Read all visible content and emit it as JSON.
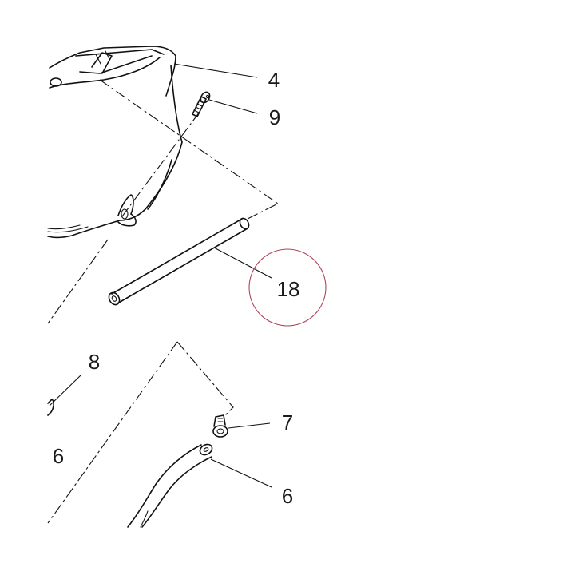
{
  "diagram": {
    "highlight_color": "#b0465a",
    "line_color": "#111111",
    "callouts": [
      {
        "id": "c4",
        "label": "4"
      },
      {
        "id": "c9",
        "label": "9"
      },
      {
        "id": "c18",
        "label": "18",
        "highlighted": true
      },
      {
        "id": "c8",
        "label": "8"
      },
      {
        "id": "c6a",
        "label": "6"
      },
      {
        "id": "c7",
        "label": "7"
      },
      {
        "id": "c6b",
        "label": "6"
      }
    ]
  }
}
